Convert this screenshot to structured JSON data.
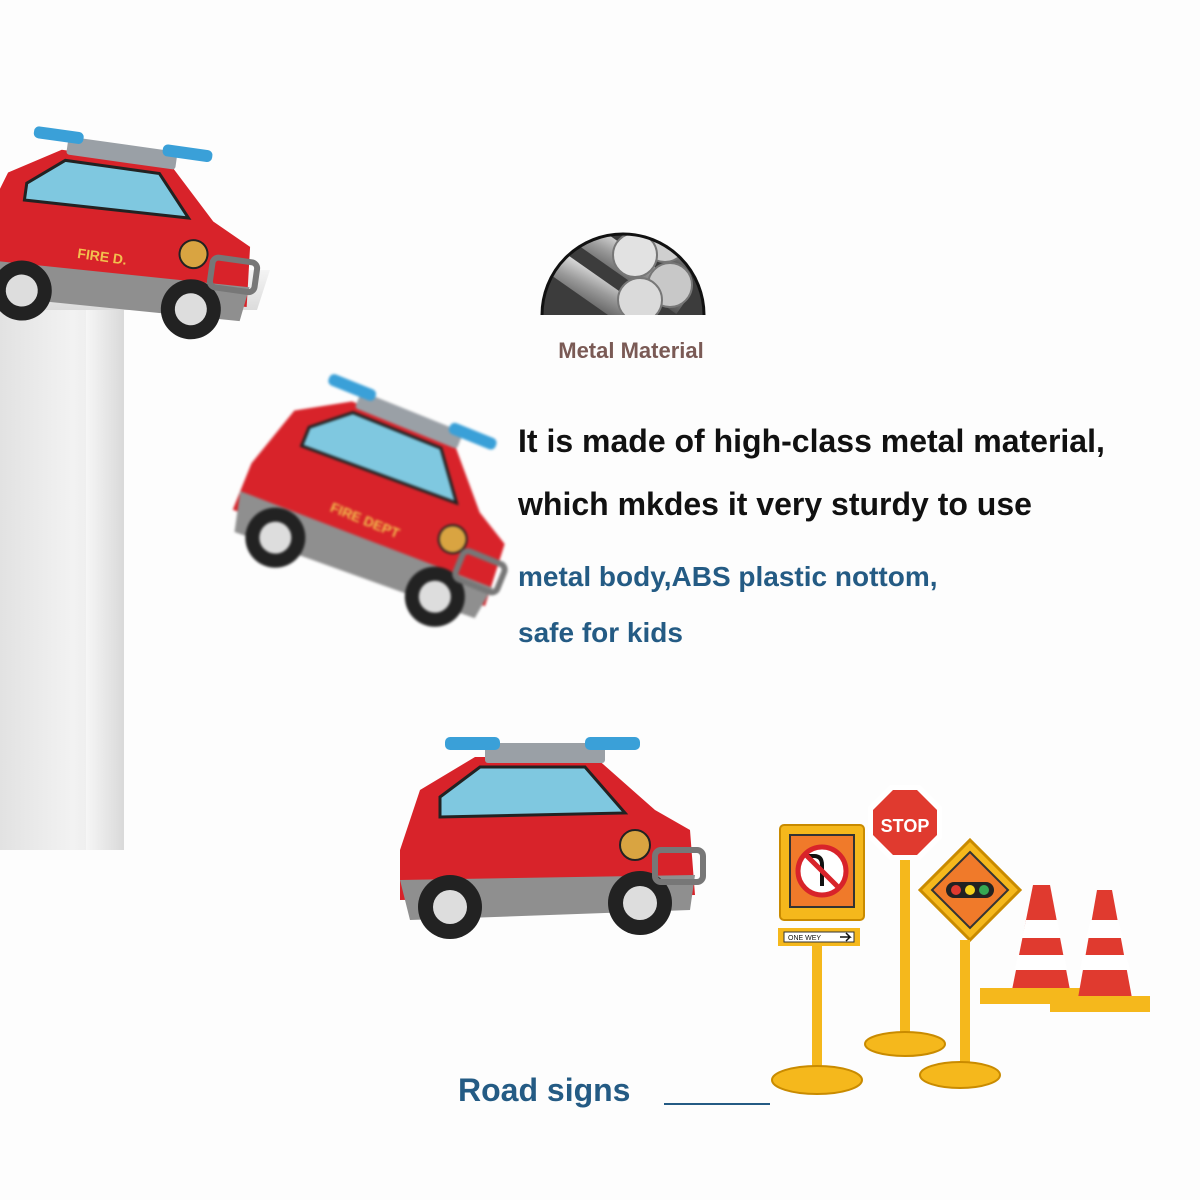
{
  "metal": {
    "label": "Metal Material",
    "icon": "metal-rods-icon"
  },
  "headline": {
    "line1": "It is made of high-class metal material,",
    "line2": "which mkdes it very sturdy to use"
  },
  "subtext": {
    "line1": "metal body,ABS plastic nottom,",
    "line2": "safe for kids"
  },
  "road_signs": {
    "label": "Road signs",
    "stop_text": "STOP",
    "arrow_text": "ONE WEY"
  },
  "car": {
    "door_text": "FIRE D.",
    "side_text": "FIRE DEPT"
  },
  "colors": {
    "car_red": "#d8232a",
    "headline": "#111111",
    "subtext": "#245b84",
    "metal_label": "#7a5a55",
    "sign_yellow": "#f5b81c"
  }
}
